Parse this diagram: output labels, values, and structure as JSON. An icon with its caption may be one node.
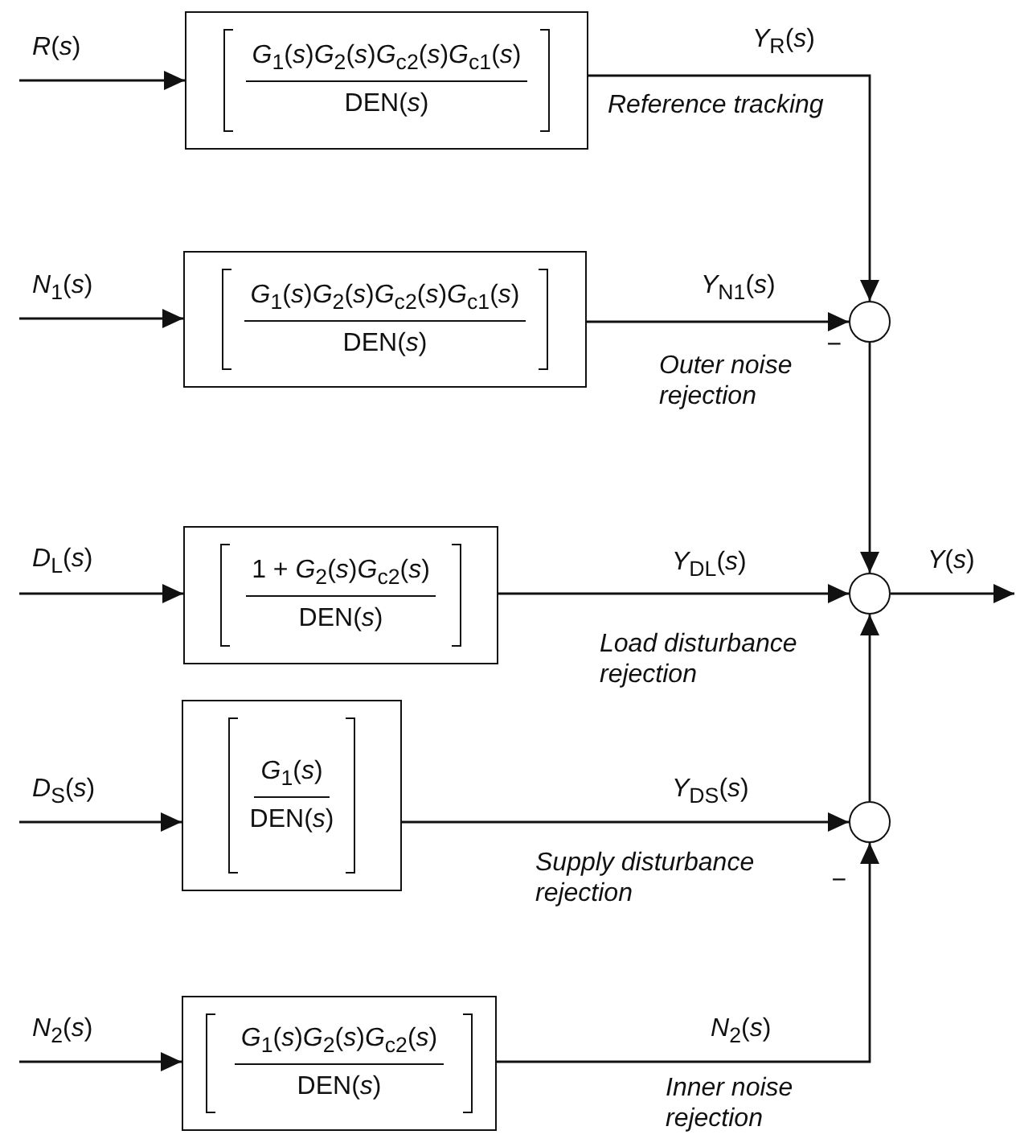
{
  "diagram": {
    "nodes": [
      {
        "text": [
          "*G*$_{1}$(*s*)*G*$_{2}$(*s*)*G*$_{c2}$(*s*)*G*$_{c1}$(*s*)",
          "DEN(*s*)"
        ]
      },
      {
        "text": [
          "*G*$_{1}$(*s*)*G*$_{2}$(*s*)*G*$_{c2}$(*s*)*G*$_{c1}$(*s*)",
          "DEN(*s*)"
        ]
      },
      {
        "text": [],
        "shape": "circle"
      },
      {
        "text": [
          "1 + *G*$_{2}$(*s*)*G*$_{c2}$(*s*)",
          "DEN(*s*)"
        ]
      },
      {
        "text": [],
        "shape": "circle"
      },
      {
        "text": [
          "*G*$_{1}$(*s*)",
          "DEN(*s*)"
        ]
      },
      {
        "text": [],
        "shape": "circle"
      },
      {
        "text": [
          "*G*$_{1}$(*s*)*G*$_{2}$(*s*)*G*$_{c2}$(*s*)",
          "DEN(*s*)"
        ]
      }
    ],
    "edges": [
      {
        "from": null,
        "to": 0,
        "arrow": "to",
        "label": "*R*(*s*)"
      },
      {
        "from": null,
        "to": 1,
        "arrow": "to",
        "label": "*N*$_{1}$(*s*)"
      },
      {
        "from": null,
        "to": 3,
        "arrow": "to",
        "label": "*D*$_{L}$(*s*)"
      },
      {
        "from": null,
        "to": 5,
        "arrow": "to",
        "label": "*D*$_{S}$(*s*)"
      },
      {
        "from": null,
        "to": 7,
        "arrow": "to",
        "label": "*N*$_{2}$(*s*)"
      },
      {
        "from": 0,
        "to": 2,
        "arrow": "to",
        "label": "*Y*$_{R}$(*s*)"
      },
      {
        "from": 1,
        "to": 2,
        "arrow": "to",
        "label": "*Y*$_{N1}$(*s*)"
      },
      {
        "from": 2,
        "to": 4,
        "arrow": "to"
      },
      {
        "from": 3,
        "to": 4,
        "arrow": "to",
        "label": "*Y*$_{DL}$(*s*)"
      },
      {
        "from": 5,
        "to": 6,
        "arrow": "to",
        "label": "*Y*$_{DS}$(*s*)"
      },
      {
        "from": 7,
        "to": 6,
        "arrow": "to",
        "label": "*N*$_{2}$(*s*)"
      },
      {
        "from": 6,
        "to": 4,
        "arrow": "to"
      },
      {
        "from": 4,
        "to": null,
        "arrow": "to",
        "label": "*Y*(*s*)"
      }
    ],
    "labels": [
      "Reference tracking",
      "Outer noise rejection",
      "−",
      "Load disturbance rejection",
      "Supply disturbance rejection",
      "−",
      "Inner noise rejection"
    ]
  }
}
